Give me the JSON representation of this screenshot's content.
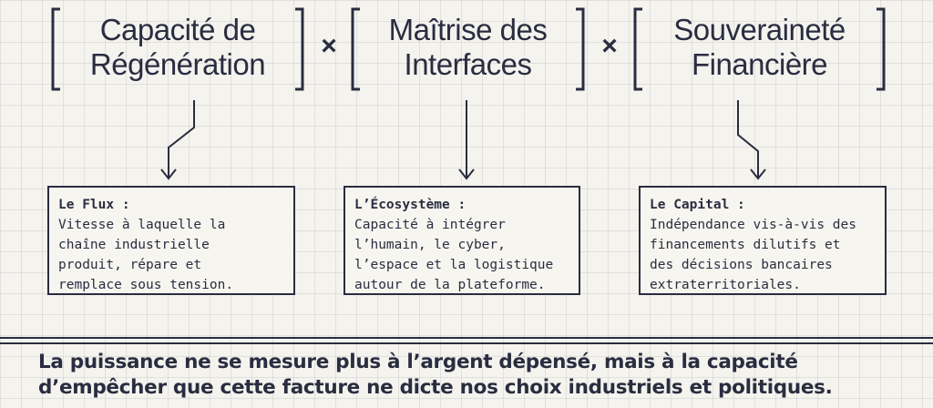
{
  "factors": [
    {
      "line1": "Capacité de",
      "line2": "Régénération"
    },
    {
      "line1": "Maîtrise des",
      "line2": "Interfaces"
    },
    {
      "line1": "Souveraineté",
      "line2": "Financière"
    }
  ],
  "operator": "×",
  "boxes": [
    {
      "title": "Le Flux :",
      "body": "Vitesse à laquelle la\nchaîne industrielle\nproduit, répare et\nremplace sous tension."
    },
    {
      "title": "L’Écosystème :",
      "body": "Capacité à intégrer\nl’humain, le cyber,\nl’espace et la logistique\nautour de la plateforme."
    },
    {
      "title": "Le Capital :",
      "body": "Indépendance vis-à-vis des\nfinancements dilutifs et\ndes décisions bancaires\nextraterritoriales."
    }
  ],
  "footer": {
    "line1": "La puissance ne se mesure plus à l’argent dépensé, mais à la capacité",
    "line2": "d’empêcher que cette facture ne dicte nos choix industriels et politiques."
  }
}
